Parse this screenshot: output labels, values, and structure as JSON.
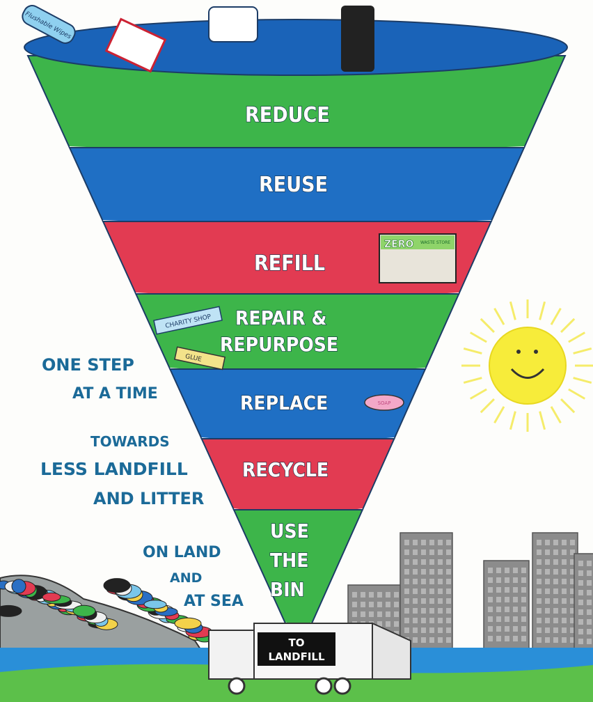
{
  "levels": [
    {
      "label": "REDUCE",
      "color": "#3db54a"
    },
    {
      "label": "REUSE",
      "color": "#1f6fc4"
    },
    {
      "label": "REFILL",
      "color": "#e23b52"
    },
    {
      "label": "REPAIR &",
      "label2": "REPURPOSE",
      "color": "#3db54a"
    },
    {
      "label": "REPLACE",
      "color": "#1f6fc4"
    },
    {
      "label": "RECYCLE",
      "color": "#e23b52"
    },
    {
      "label": "USE",
      "label2": "THE",
      "label3": "BIN",
      "color": "#3db54a"
    }
  ],
  "top": {
    "wipes_label": "Flushable Wipes",
    "color": "#1a63b8"
  },
  "items": {
    "zero_waste": "ZERO",
    "zero_waste_2": "WASTE STORE",
    "charity_shop": "CHARITY SHOP",
    "glue": "GLUE",
    "soap": "SOAP"
  },
  "side_text": {
    "line1": "ONE STEP",
    "line2": "AT A TIME",
    "line3": "TOWARDS",
    "line4": "LESS LANDFILL",
    "line5": "AND LITTER",
    "line6": "ON LAND",
    "line7": "AND",
    "line8": "AT SEA"
  },
  "truck": {
    "sign_line1": "TO",
    "sign_line2": "LANDFILL"
  },
  "colors": {
    "text": "#1b6a98",
    "sun": "#f7ec3a",
    "building": "#8c8c8c",
    "water": "#2a8fd8",
    "grass": "#5cc04a"
  }
}
